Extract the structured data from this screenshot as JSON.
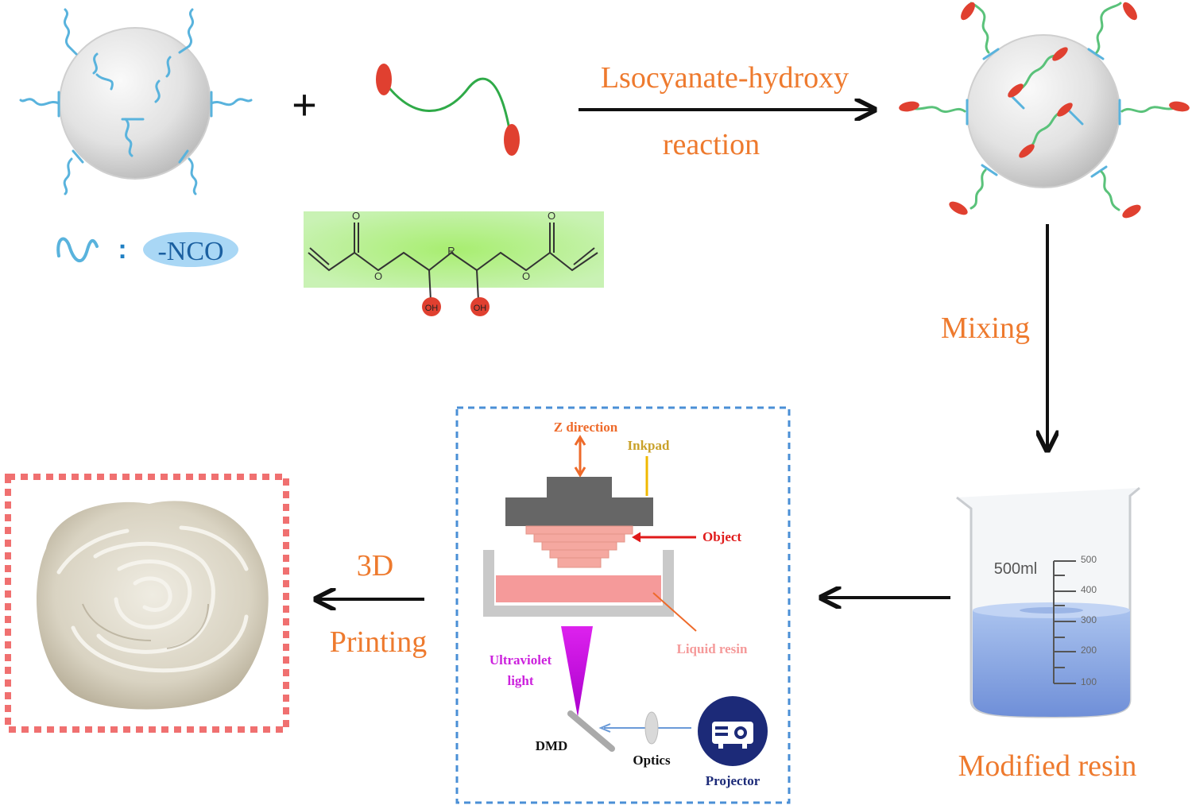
{
  "colors": {
    "accent_orange": "#ee7a2e",
    "nco_blue": "#59b3dd",
    "chain_green": "#3ab25a",
    "hydroxyl_red": "#e04030",
    "uv_magenta": "#cc22dd",
    "resin_pink": "#f59a9a",
    "projector_navy": "#1c2a78",
    "frame_blue": "#4a8fd6",
    "frame_red": "#f07070"
  },
  "legend": {
    "separator": ":",
    "nco_label": "-NCO"
  },
  "reaction": {
    "plus_sign": "+",
    "label_line1": "Lsocyanate-hydroxy",
    "label_line2": "reaction"
  },
  "molecule": {
    "r_group": "R",
    "oxygen_label": "O",
    "hydroxyl_label": "OH"
  },
  "steps": {
    "mixing": "Mixing",
    "modified_resin": "Modified resin",
    "printing_line1": "3D",
    "printing_line2": "Printing"
  },
  "beaker": {
    "volume_label": "500ml",
    "scale": [
      "500",
      "400",
      "300",
      "200",
      "100"
    ]
  },
  "printer": {
    "z_direction": "Z direction",
    "inkpad": "Inkpad",
    "object": "Object",
    "liquid_resin": "Liquid resin",
    "uv_line1": "Ultraviolet",
    "uv_line2": "light",
    "dmd": "DMD",
    "optics": "Optics",
    "projector": "Projector"
  },
  "icons": [
    "nanoparticle-icon",
    "diacrylate-chain-icon",
    "modified-nanoparticle-icon",
    "beaker-icon",
    "projector-icon",
    "printed-rose-icon"
  ]
}
